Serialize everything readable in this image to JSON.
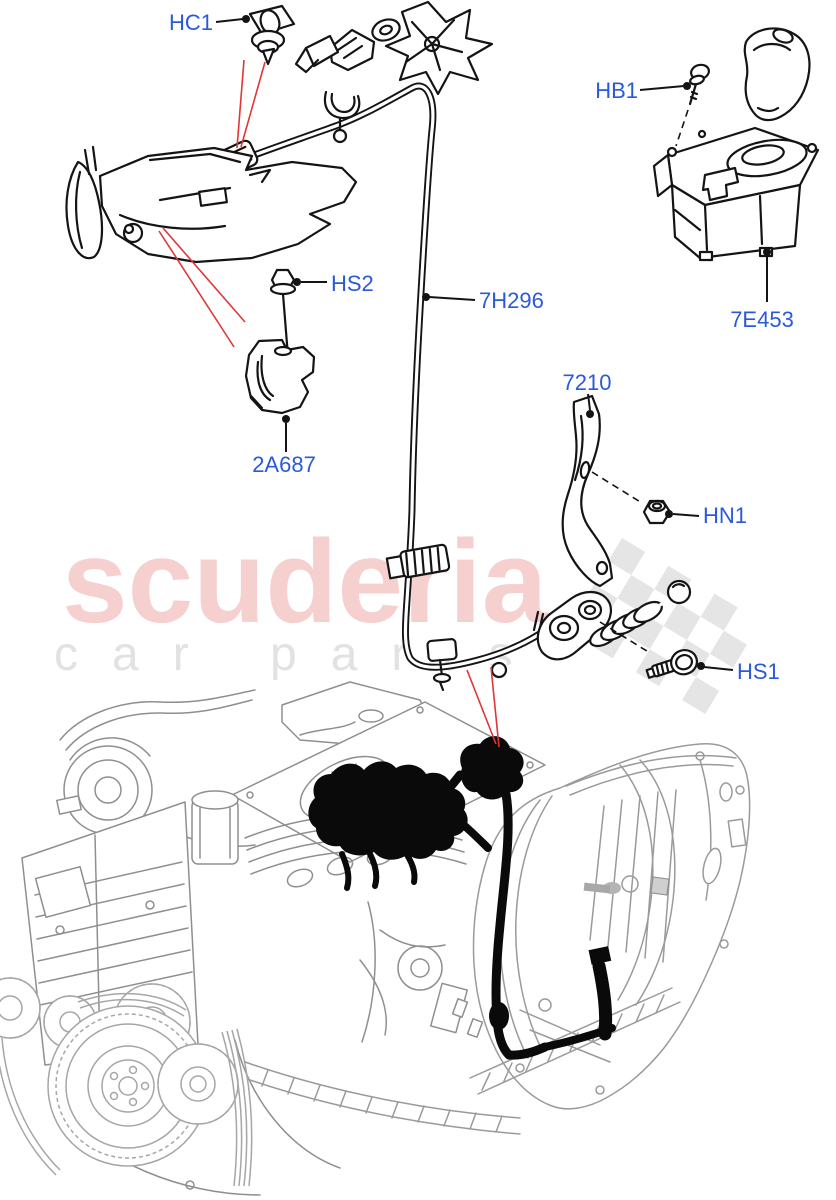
{
  "watermark": {
    "brand": "scuderia",
    "tagline": "car parts"
  },
  "labels": {
    "hc1": "HC1",
    "hb1": "HB1",
    "hs2": "HS2",
    "cable": "7H296",
    "shifter_module": "7E453",
    "bracket": "2A687",
    "lever": "7210",
    "hn1": "HN1",
    "hs1": "HS1"
  },
  "colors": {
    "label_blue": "#2a5ada",
    "leader_red": "#e03636",
    "diagram_ink": "#141414",
    "engine_gray": "#8f8f8f",
    "transmission_gray": "#9a9a9a",
    "watermark_pink": "#f6cfcf",
    "watermark_gray": "#e2e2e2",
    "flag_gray": "#e5e5e5",
    "background": "#ffffff"
  }
}
